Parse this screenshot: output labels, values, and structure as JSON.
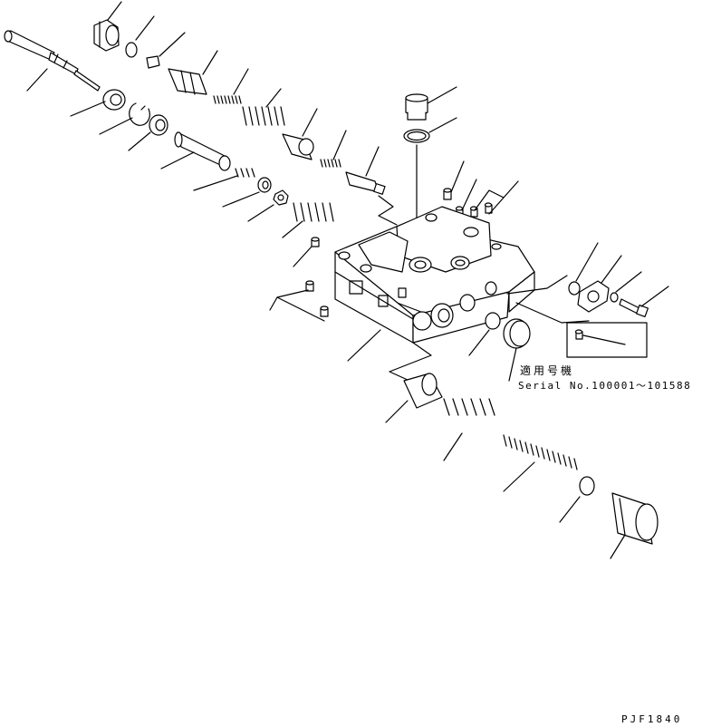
{
  "diagram": {
    "applicability_label": "適用号機",
    "serial_note": "Serial No.100001～101588",
    "figure_code": "PJF1840"
  },
  "colors": {
    "line": "#000000",
    "background": "#ffffff"
  }
}
